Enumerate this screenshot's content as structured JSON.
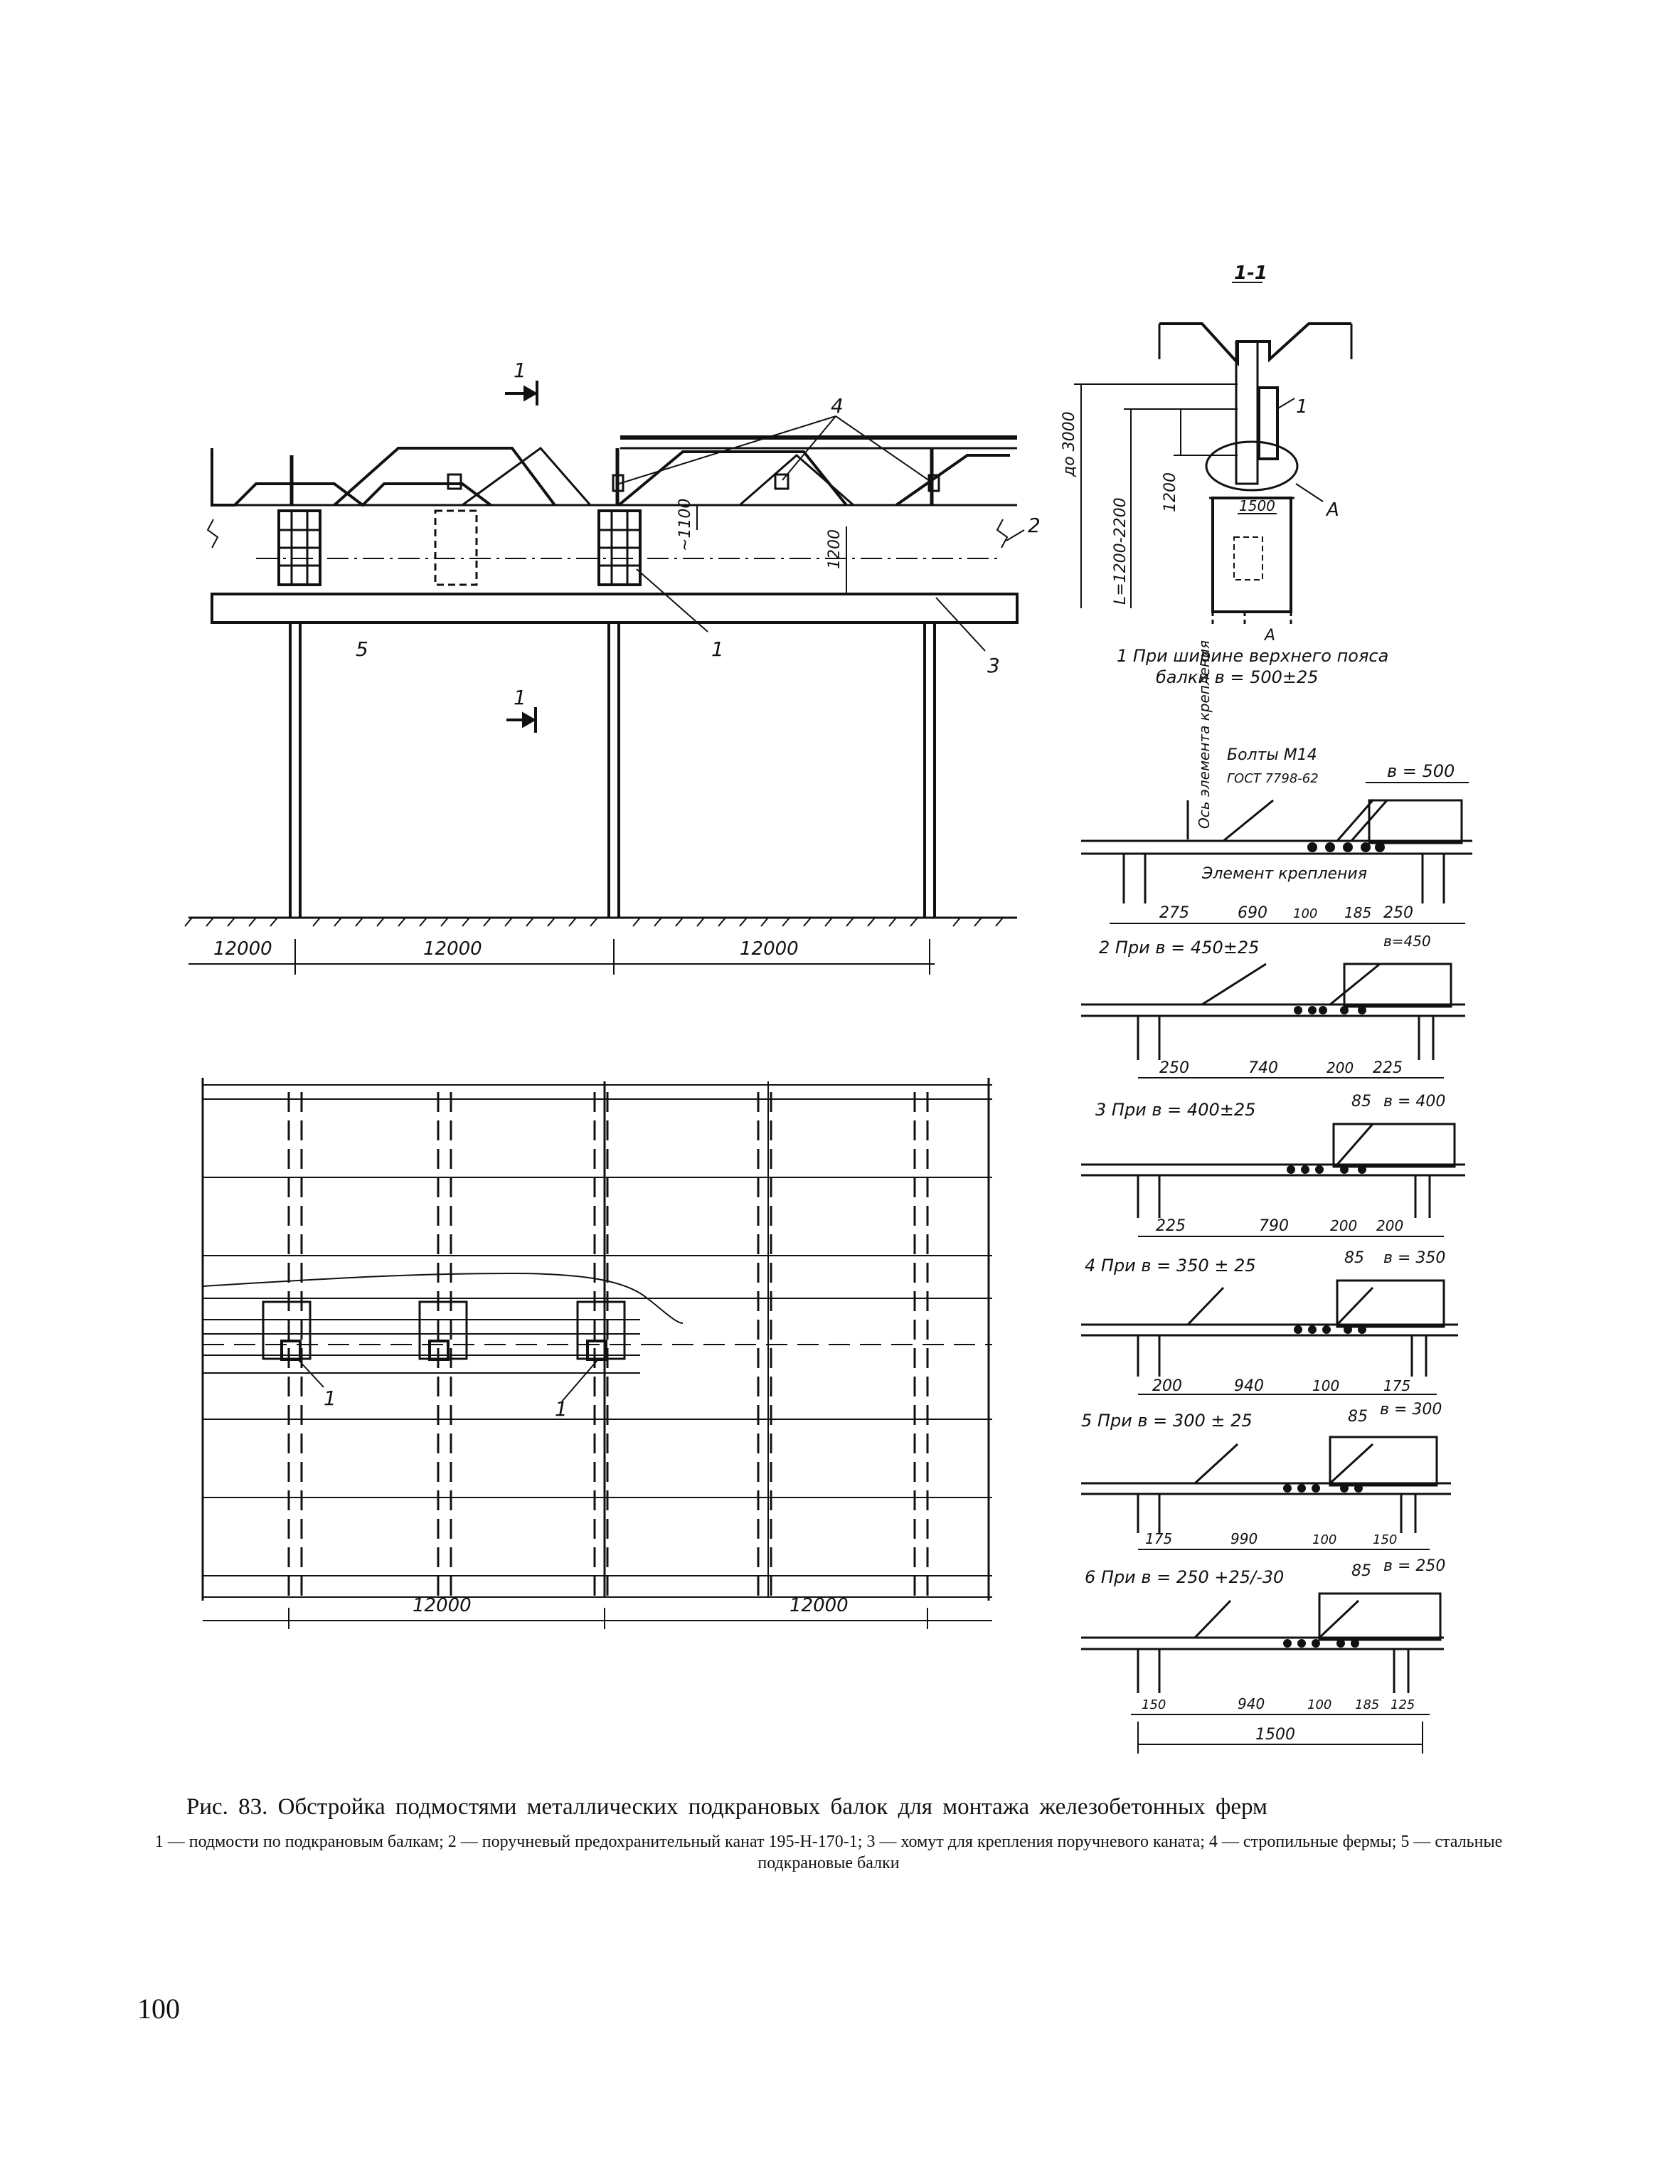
{
  "caption": "Рис. 83. Обстройка подмостями металлических подкрановых балок для монтажа  железобетонных ферм",
  "legend": "1 — подмости по подкрановым балкам; 2 — поручневый предохранительный канат 195-Н-170-1; 3 — хомут для крепления поручневого каната; 4 — стропильные фермы; 5 — стальные подкрановые балки",
  "page_number": "100",
  "elevation": {
    "section_mark_top": "1",
    "section_mark_bottom": "1",
    "callout_4": "4",
    "callout_2": "2",
    "callout_5": "5",
    "callout_1": "1",
    "callout_3": "3",
    "dim_1100": "~1100",
    "dim_1200": "1200",
    "spans": [
      "12000",
      "12000",
      "12000"
    ]
  },
  "plan": {
    "callout_1a": "1",
    "callout_1b": "1",
    "spans": [
      "12000",
      "12000"
    ]
  },
  "section": {
    "title": "1-1",
    "dim_top": "до 3000",
    "dim_l": "L=1200-2200",
    "dim_1200": "1200",
    "dim_1500": "1500",
    "callout_1": "1",
    "callout_a": "А",
    "node_label": "А"
  },
  "details": {
    "heading_line1": "1  При ширине верхнего пояса",
    "heading_line2": "балки  в = 500±25",
    "axis_label": "Ось элемента крепления",
    "bolts_label": "Болты М14",
    "gost_label": "ГОСТ 7798-62",
    "element_label": "Элемент крепления",
    "total_dim": "1500",
    "items": [
      {
        "label": "",
        "width": "в = 500",
        "dims": [
          "275",
          "690",
          "100",
          "185",
          "250"
        ],
        "extra": ""
      },
      {
        "label": "2  При  в = 450±25",
        "width": "в=450",
        "dims": [
          "250",
          "740",
          "200",
          "225"
        ],
        "extra": ""
      },
      {
        "label": "3  При  в = 400±25",
        "width": "в = 400",
        "dims": [
          "225",
          "790",
          "200",
          "200"
        ],
        "extra": "85"
      },
      {
        "label": "4  При  в = 350 ± 25",
        "width": "в = 350",
        "dims": [
          "200",
          "940",
          "100",
          "175"
        ],
        "extra": "85"
      },
      {
        "label": "5  При  в = 300 ± 25",
        "width": "в = 300",
        "dims": [
          "175",
          "990",
          "100",
          "150"
        ],
        "extra": "85"
      },
      {
        "label": "6  При  в = 250 +25/-30",
        "width": "в = 250",
        "dims": [
          "150",
          "940",
          "100",
          "185",
          "125"
        ],
        "extra": "85"
      }
    ]
  }
}
